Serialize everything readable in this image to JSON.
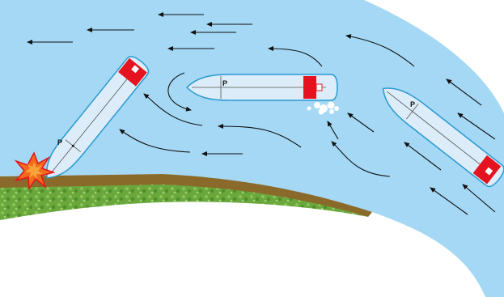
{
  "ships": [
    {
      "id": "aground",
      "pivot_label": "P"
    },
    {
      "id": "turning",
      "pivot_label": "P"
    },
    {
      "id": "bend-approach",
      "pivot_label": "P"
    }
  ],
  "colors": {
    "water": "#a4d8f5",
    "hull_fill": "#dcecf8",
    "hull_outline": "#2a9ad0",
    "superstructure": "#e4131f",
    "bank_soil": "#8a6a2a",
    "bank_grass": "#5ea63a",
    "collision_burst": "#f26a1b",
    "current_arrow": "#111111",
    "prop_wash": "#ffffff"
  },
  "icons": [
    "current-arrow",
    "collision-burst",
    "prop-wash",
    "pivot-point-marker"
  ]
}
